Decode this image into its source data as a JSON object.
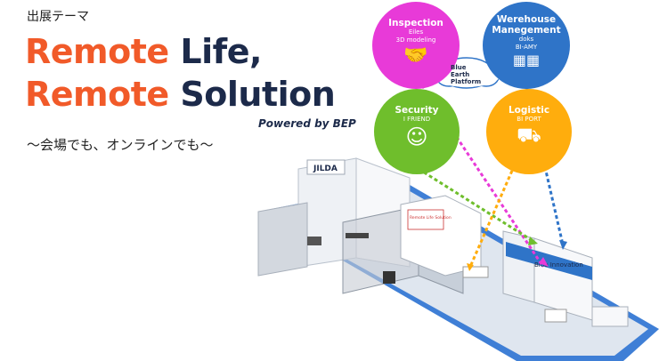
{
  "header": {
    "theme_label": "出展テーマ",
    "line1_red": "Remote",
    "line1_navy": " Life,",
    "line2_red": "Remote",
    "line2_navy": " Solution",
    "powered_by": "Powered by BEP",
    "subtitle": "〜会場でも、オンラインでも〜"
  },
  "circles": {
    "inspection": {
      "title": "Inspection",
      "sub1": "Eiles",
      "sub2": "3D modeling"
    },
    "warehouse": {
      "title1": "Werehouse",
      "title2": "Manegement",
      "sub1": "doks",
      "sub2": "BI-AMY"
    },
    "security": {
      "title": "Security",
      "sub1": "I FRIEND"
    },
    "logistic": {
      "title": "Logistic",
      "sub1": "BI PORT"
    }
  },
  "cloud": {
    "line1": "Blue",
    "line2": "Earth",
    "line3": "Platform"
  },
  "booth": {
    "sign_left": "JILDA",
    "sign_center": "Remote Life Solution",
    "sign_right": "Blue Innovation"
  },
  "colors": {
    "accent_red": "#f15a29",
    "navy": "#1c2a4a",
    "magenta": "#e83ad8",
    "blue": "#2f74c8",
    "green": "#6fbe2c",
    "orange": "#ffad0d",
    "floor_blue": "#3f7fd6"
  }
}
